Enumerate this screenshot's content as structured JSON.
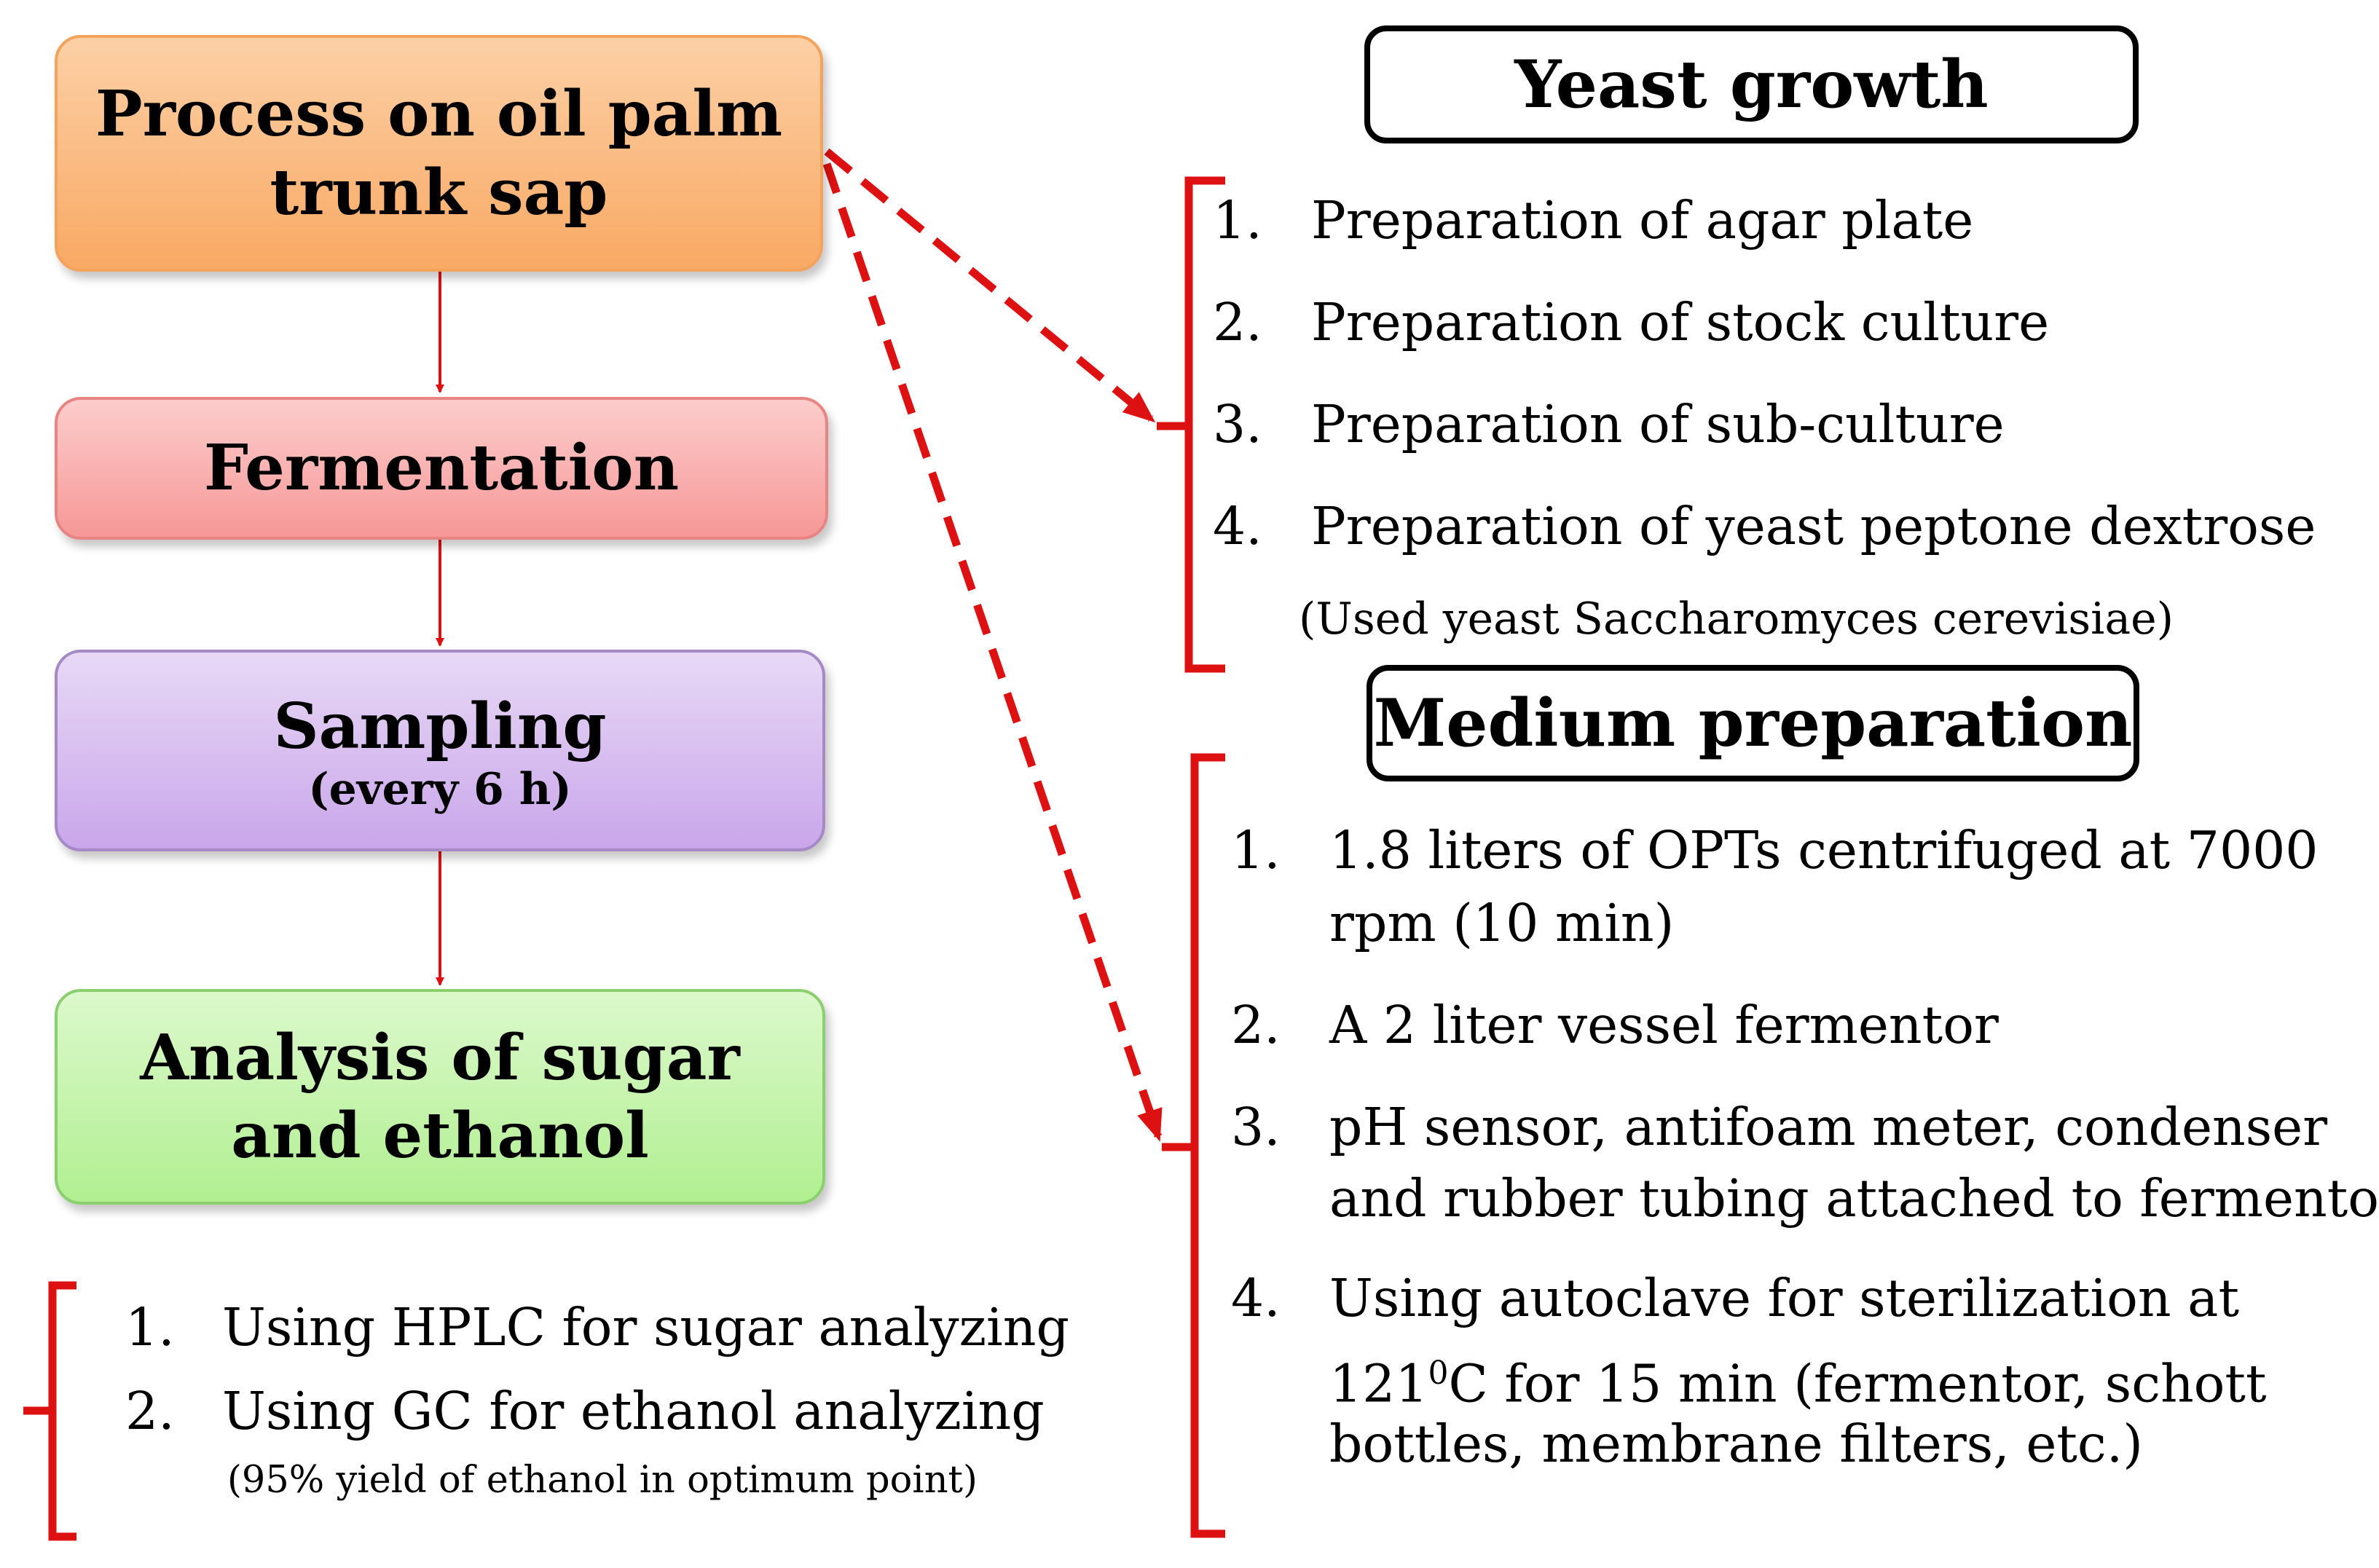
{
  "flow": {
    "process": [
      "Process on oil palm",
      "trunk sap"
    ],
    "fermentation": "Fermentation",
    "sampling": {
      "title": "Sampling",
      "subtitle": "(every 6 h)"
    },
    "analysis": [
      "Analysis of sugar",
      "and ethanol"
    ]
  },
  "analysis_methods": {
    "items": [
      {
        "num": "1.",
        "text": "Using HPLC for sugar analyzing"
      },
      {
        "num": "2.",
        "text": "Using GC for ethanol analyzing"
      }
    ],
    "note": "(95% yield of ethanol in optimum point)"
  },
  "yeast_growth": {
    "title": "Yeast growth",
    "items": [
      {
        "num": "1.",
        "text": "Preparation of agar plate"
      },
      {
        "num": "2.",
        "text": "Preparation of stock culture"
      },
      {
        "num": "3.",
        "text": "Preparation of sub-culture"
      },
      {
        "num": "4.",
        "text": "Preparation of yeast peptone dextrose"
      }
    ],
    "note": "(Used yeast Saccharomyces cerevisiae)"
  },
  "medium_preparation": {
    "title": "Medium preparation",
    "items": [
      {
        "num": "1.",
        "lines": [
          "1.8 liters of OPTs centrifuged at 7000",
          "rpm (10 min)"
        ]
      },
      {
        "num": "2.",
        "lines": [
          "A 2 liter vessel fermentor"
        ]
      },
      {
        "num": "3.",
        "lines": [
          "pH sensor, antifoam meter, condenser",
          "and rubber tubing attached to fermentor"
        ]
      },
      {
        "num": "4.",
        "lines": [
          "Using autoclave for sterilization  at",
          "121",
          "0",
          "C for 15 min (fermentor, schott",
          "bottles, membrane filters, etc.)"
        ]
      }
    ]
  },
  "colors": {
    "arrow": "#dd1111",
    "bracket": "#dd1111",
    "process_box": "#f9a964",
    "fermentation_box": "#f69897",
    "sampling_box": "#c9a6ea",
    "analysis_box": "#b1ef91"
  }
}
